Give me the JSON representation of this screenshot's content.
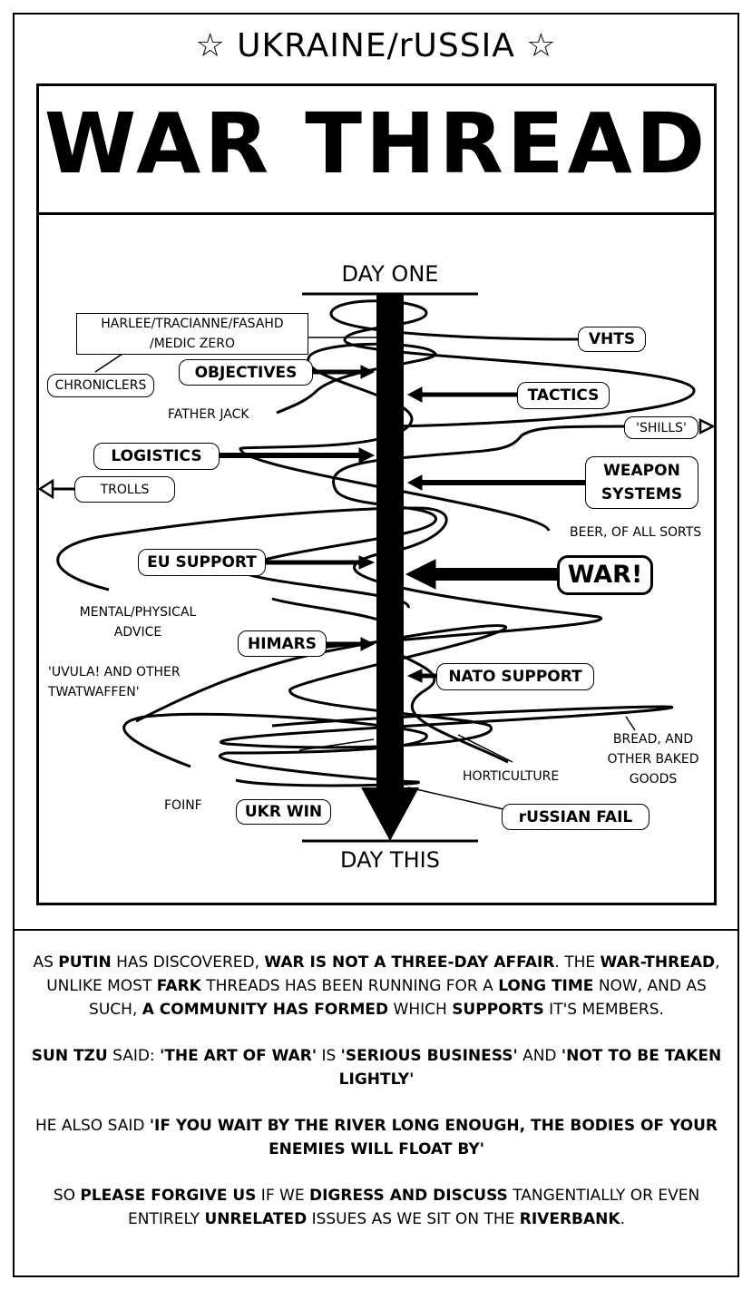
{
  "header": {
    "title": "☆ UKRAINE/rUSSIA ☆",
    "headline": "WAR THREAD"
  },
  "diagram": {
    "day_one": "DAY ONE",
    "day_this": "DAY THIS",
    "chroniclers_names": [
      "HARLEE/TRACIANNE/FASAHD",
      "/MEDIC ZERO"
    ],
    "chroniclers": "CHRONICLERS",
    "objectives": "OBJECTIVES",
    "vhts": "VHTS",
    "tactics": "TACTICS",
    "father_jack": "FATHER JACK",
    "shills": "'SHILLS'",
    "logistics": "LOGISTICS",
    "weapon_systems": [
      "WEAPON",
      "SYSTEMS"
    ],
    "trolls": "TROLLS",
    "beer": "BEER, OF ALL SORTS",
    "eu_support": "EU SUPPORT",
    "war": "WAR!",
    "mental": [
      "MENTAL/PHYSICAL",
      "ADVICE"
    ],
    "himars": "HIMARS",
    "uvula": [
      "'UVULA! AND OTHER",
      "TWATWAFFEN'"
    ],
    "nato_support": "NATO SUPPORT",
    "bread": [
      "BREAD, AND",
      "OTHER BAKED",
      "GOODS"
    ],
    "horticulture": "HORTICULTURE",
    "foinf": "FOINF",
    "ukr_win": "UKR WIN",
    "russian_fail": "rUSSIAN FAIL"
  },
  "paragraphs": [
    [
      {
        "t": "AS ",
        "b": false
      },
      {
        "t": "PUTIN",
        "b": true
      },
      {
        "t": " HAS DISCOVERED, ",
        "b": false
      },
      {
        "t": "WAR IS NOT A THREE-DAY AFFAIR",
        "b": true
      },
      {
        "t": ". THE ",
        "b": false
      },
      {
        "t": "WAR-THREAD",
        "b": true
      },
      {
        "t": ", UNLIKE MOST ",
        "b": false
      },
      {
        "t": "FARK",
        "b": true
      },
      {
        "t": " THREADS HAS BEEN RUNNING FOR A ",
        "b": false
      },
      {
        "t": "LONG TIME",
        "b": true
      },
      {
        "t": " NOW, AND AS SUCH, ",
        "b": false
      },
      {
        "t": "A COMMUNITY HAS FORMED",
        "b": true
      },
      {
        "t": " WHICH ",
        "b": false
      },
      {
        "t": "SUPPORTS",
        "b": true
      },
      {
        "t": " IT'S MEMBERS.",
        "b": false
      }
    ],
    [
      {
        "t": "SUN TZU",
        "b": true
      },
      {
        "t": " SAID: ",
        "b": false
      },
      {
        "t": "'THE ART OF WAR'",
        "b": true
      },
      {
        "t": " IS ",
        "b": false
      },
      {
        "t": "'SERIOUS BUSINESS'",
        "b": true
      },
      {
        "t": " AND ",
        "b": false
      },
      {
        "t": "'NOT TO BE TAKEN LIGHTLY'",
        "b": true
      }
    ],
    [
      {
        "t": "HE ALSO SAID ",
        "b": false
      },
      {
        "t": "'IF YOU WAIT BY THE RIVER LONG ENOUGH, THE BODIES OF YOUR ENEMIES WILL FLOAT BY'",
        "b": true
      }
    ],
    [
      {
        "t": "SO ",
        "b": false
      },
      {
        "t": "PLEASE FORGIVE US",
        "b": true
      },
      {
        "t": " IF WE ",
        "b": false
      },
      {
        "t": "DIGRESS AND DISCUSS",
        "b": true
      },
      {
        "t": " TANGENTIALLY OR EVEN ENTIRELY ",
        "b": false
      },
      {
        "t": "UNRELATED",
        "b": true
      },
      {
        "t": " ISSUES AS WE SIT ON THE ",
        "b": false
      },
      {
        "t": "RIVERBANK",
        "b": true
      },
      {
        "t": ".",
        "b": false
      }
    ]
  ]
}
